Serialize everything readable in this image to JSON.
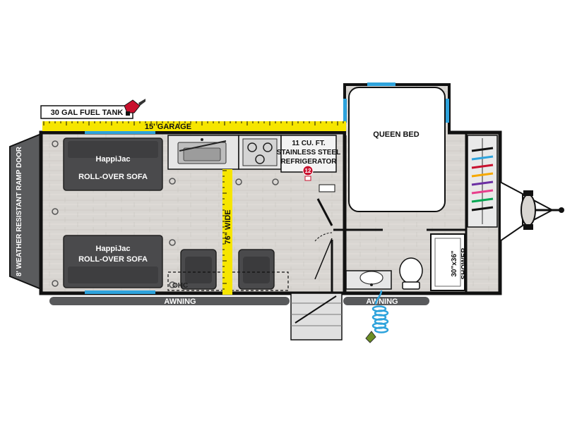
{
  "labels": {
    "fuel_tank": "30 GAL FUEL TANK",
    "garage": "15' GARAGE",
    "wide": "76\" WIDE",
    "ramp_door": "8' WEATHER RESISTANT RAMP DOOR",
    "sofa_top_line1": "HappiJac",
    "sofa_top_line2": "ROLL-OVER SOFA",
    "sofa_bottom_line1": "HappiJac",
    "sofa_bottom_line2": "ROLL-OVER SOFA",
    "ohc": "OHC",
    "fridge_line1": "11 CU. FT.",
    "fridge_line2": "STAINLESS STEEL",
    "fridge_line3": "REFRIGERATOR",
    "fridge_badge": "12",
    "queen_bed": "QUEEN BED",
    "shower_line1": "30\"x36\"",
    "shower_line2": "SHOWER",
    "awning_left": "AWNING",
    "awning_right": "AWNING"
  },
  "colors": {
    "floor": "#d9d6d2",
    "wall": "#111111",
    "furniture": "#4a4a4c",
    "tape": "#f6e500",
    "awning": "#58595b",
    "window": "#2ea3dc",
    "fuel_nozzle": "#c8102e",
    "hose": "#2ea3dc"
  },
  "icons": {
    "fuel": "fuel-nozzle-icon",
    "hose": "water-hose-icon",
    "sink": "sink-icon",
    "stove": "stove-burner-icon",
    "toilet": "toilet-icon",
    "hitch": "hitch-icon"
  }
}
